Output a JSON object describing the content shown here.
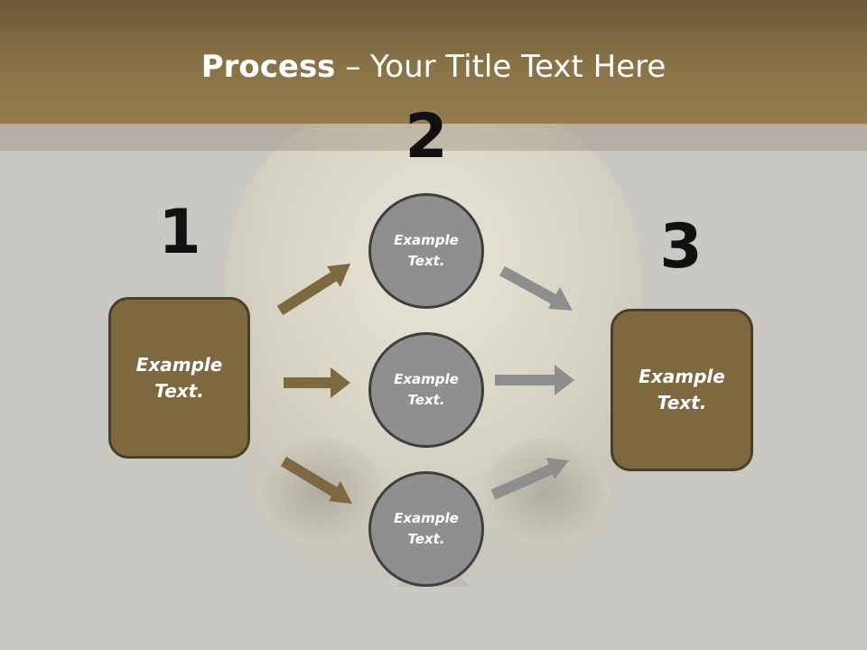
{
  "slide": {
    "title_strong": "Process",
    "title_rest": " – Your Title Text Here"
  },
  "steps": {
    "n1": "1",
    "n2": "2",
    "n3": "3"
  },
  "left_box": {
    "label": "Example\nText."
  },
  "circles": [
    {
      "label": "Example\nText."
    },
    {
      "label": "Example\nText."
    },
    {
      "label": "Example\nText."
    }
  ],
  "right_box": {
    "label": "Example\nText."
  },
  "colors": {
    "accent_brown": "#7e6840",
    "header_brown": "#8a7347",
    "circle_gray": "#8f8f8f",
    "arrow_brown": "#7e6840",
    "arrow_gray": "#8e8e8e"
  }
}
